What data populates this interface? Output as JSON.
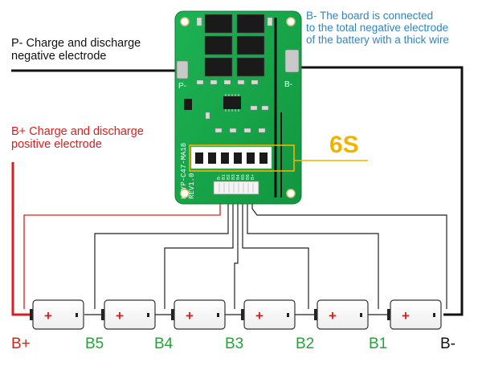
{
  "annotations": {
    "p_minus_label": [
      "P- Charge and discharge",
      "negative electrode"
    ],
    "b_minus_note": [
      "B- The board is connected",
      "to the total negative electrode",
      "of the battery with a thick wire"
    ],
    "b_plus_label": [
      "B+ Charge and discharge",
      "positive electrode"
    ],
    "series_count": "6S"
  },
  "board": {
    "model": "HXYP-C47-MA18",
    "revision": "REV1.0",
    "pad_p_minus": "P-",
    "pad_b_minus": "B-",
    "connector_pins": [
      "B-",
      "B1",
      "B2",
      "B3",
      "B4",
      "B5",
      "B6",
      "B+"
    ]
  },
  "cell_symbol": "+",
  "nodes": [
    "B+",
    "B5",
    "B4",
    "B3",
    "B2",
    "B1",
    "B-"
  ],
  "colors": {
    "pcb_green": "#17a44a",
    "label_red": "#d62020",
    "label_blue": "#2e86c1",
    "node_green": "#25a23a",
    "highlight_gold": "#f0b400"
  }
}
